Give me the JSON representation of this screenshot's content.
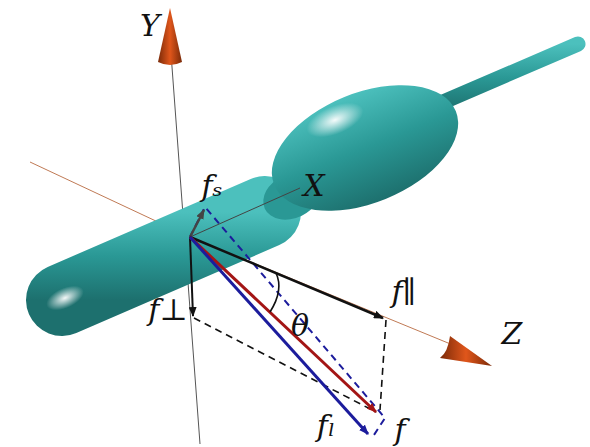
{
  "diagram": {
    "labels": [
      "Y",
      "X",
      "fₛ",
      "f∥",
      "θ",
      "Z",
      "f⊥",
      "fₗ",
      "f"
    ]
  }
}
